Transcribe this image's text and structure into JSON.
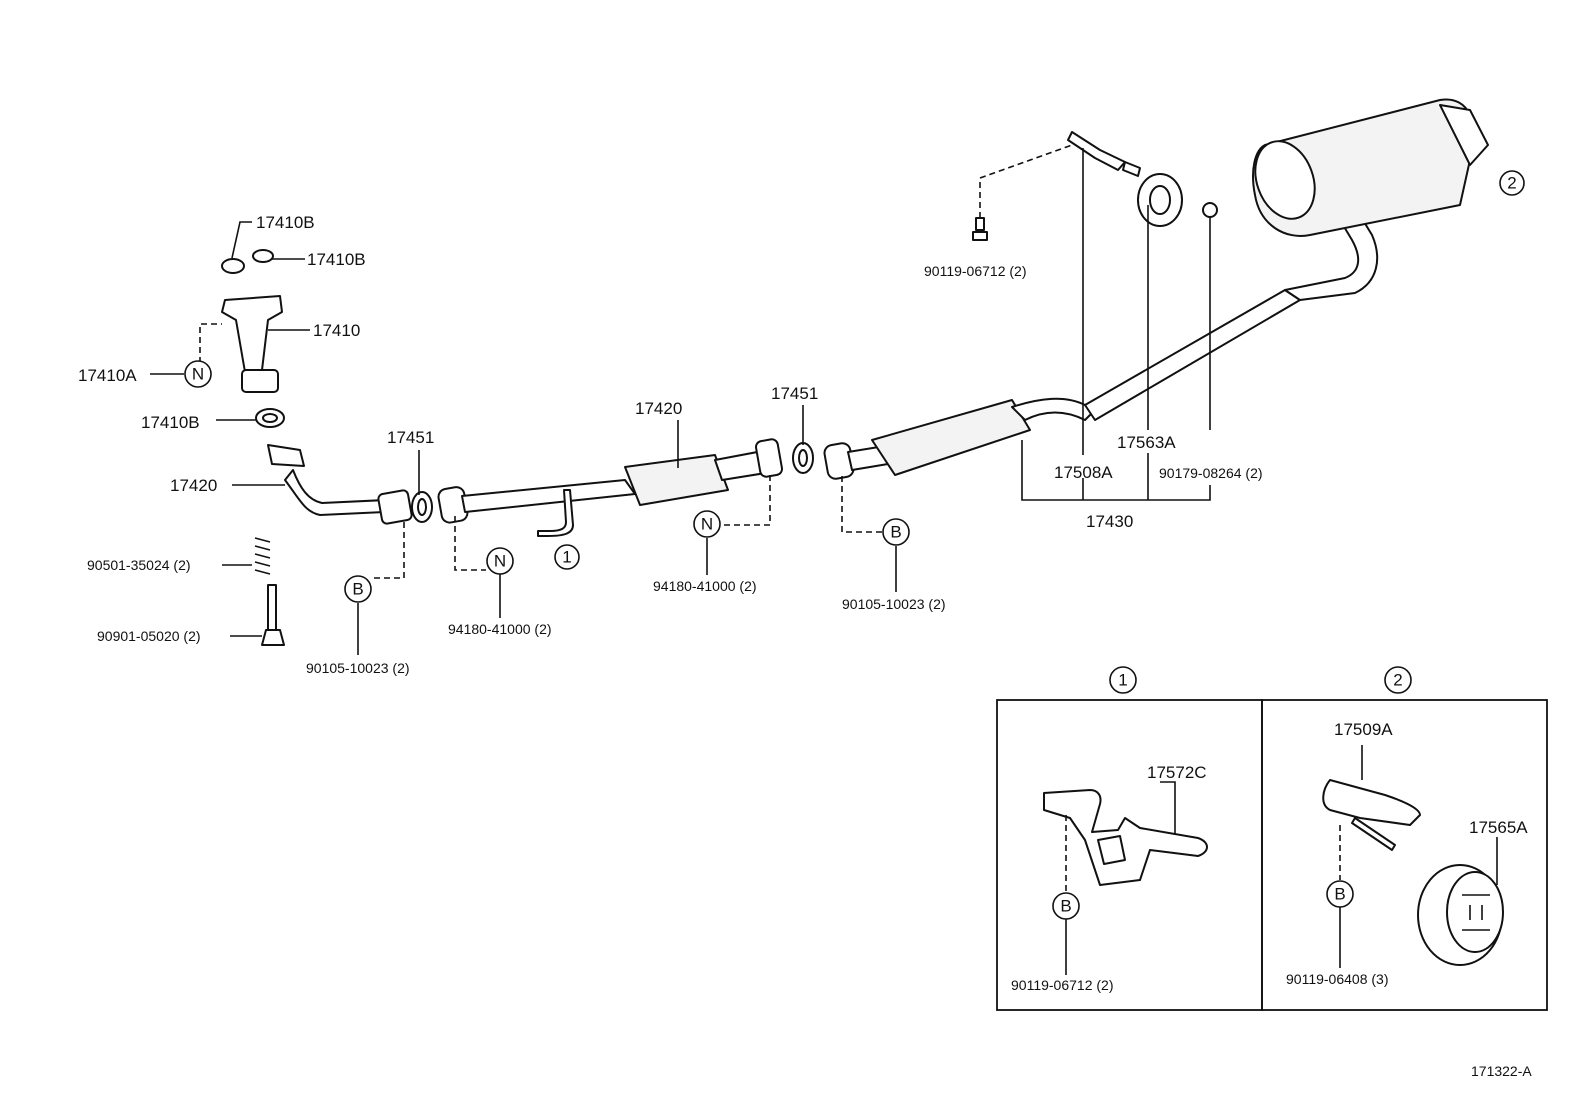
{
  "labels": {
    "p17410B_a": "17410B",
    "p17410B_b": "17410B",
    "p17410": "17410",
    "p17410A": "17410A",
    "p17410B_c": "17410B",
    "p17420_left": "17420",
    "p90501": "90501-35024 (2)",
    "p90901": "90901-05020 (2)",
    "p90105_left": "90105-10023 (2)",
    "p17451_left": "17451",
    "p94180_left": "94180-41000 (2)",
    "p17420_mid": "17420",
    "p17451_mid": "17451",
    "p94180_mid": "94180-41000 (2)",
    "p90105_mid": "90105-10023 (2)",
    "p90119_top": "90119-06712 (2)",
    "p17563A": "17563A",
    "p17508A": "17508A",
    "p90179": "90179-08264 (2)",
    "p17430": "17430",
    "p17572C": "17572C",
    "p90119_box1": "90119-06712 (2)",
    "p17509A": "17509A",
    "p17565A": "17565A",
    "p90119_box2": "90119-06408 (3)",
    "figure_code": "171322-A"
  },
  "markers": {
    "N": "N",
    "B": "B",
    "one": "1",
    "two": "2"
  }
}
